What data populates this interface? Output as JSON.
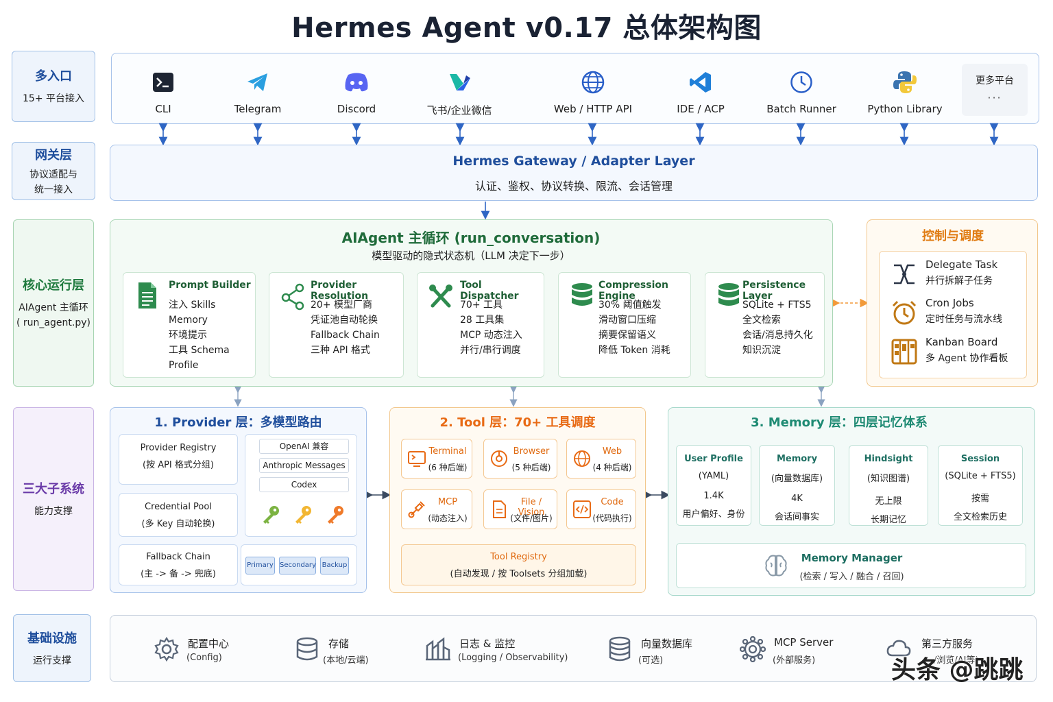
{
  "title": "Hermes Agent v0.17 总体架构图",
  "layers": {
    "entry": {
      "title": "多入口",
      "sub": "15+ 平台接入"
    },
    "gateway": {
      "title": "网关层",
      "sub": "协议适配与\n统一接入"
    },
    "core": {
      "title": "核心运行层",
      "sub": "AIAgent 主循环\n( run_agent.py)"
    },
    "subsystems": {
      "title": "三大子系统",
      "sub": "能力支撑"
    },
    "infra": {
      "title": "基础设施",
      "sub": "运行支撑"
    }
  },
  "entries": [
    {
      "label": "CLI",
      "icon": "terminal-icon"
    },
    {
      "label": "Telegram",
      "icon": "telegram-icon"
    },
    {
      "label": "Discord",
      "icon": "discord-icon"
    },
    {
      "label": "飞书/企业微信",
      "icon": "feishu-icon"
    },
    {
      "label": "Web / HTTP API",
      "icon": "globe-icon"
    },
    {
      "label": "IDE / ACP",
      "icon": "vscode-icon"
    },
    {
      "label": "Batch Runner",
      "icon": "clock-icon"
    },
    {
      "label": "Python Library",
      "icon": "python-icon"
    }
  ],
  "more_platforms": {
    "label": "更多平台",
    "dots": "···"
  },
  "gateway": {
    "title": "Hermes Gateway / Adapter Layer",
    "sub": "认证、鉴权、协议转换、限流、会话管理"
  },
  "core": {
    "title": "AIAgent 主循环 (run_conversation)",
    "sub": "模型驱动的隐式状态机（LLM 决定下一步）",
    "cards": [
      {
        "title": "Prompt Builder",
        "icon": "document-icon",
        "lines": [
          "注入 Skills",
          "Memory",
          "环境提示",
          "工具 Schema",
          "Profile"
        ]
      },
      {
        "title": "Provider Resolution",
        "icon": "share-icon",
        "lines": [
          "20+ 模型厂商",
          "凭证池自动轮换",
          "Fallback Chain",
          "三种 API 格式"
        ]
      },
      {
        "title": "Tool Dispatcher",
        "icon": "tools-icon",
        "lines": [
          "70+ 工具",
          "28 工具集",
          "MCP 动态注入",
          "并行/串行调度"
        ]
      },
      {
        "title": "Compression Engine",
        "icon": "database-icon",
        "lines": [
          "30% 阈值触发",
          "滑动窗口压缩",
          "摘要保留语义",
          "降低 Token 消耗"
        ]
      },
      {
        "title": "Persistence Layer",
        "icon": "database-icon",
        "lines": [
          "SQLite + FTS5",
          "全文检索",
          "会话/消息持久化",
          "知识沉淀"
        ]
      }
    ]
  },
  "control": {
    "title": "控制与调度",
    "items": [
      {
        "title": "Delegate Task",
        "sub": "并行拆解子任务",
        "icon": "branch-icon"
      },
      {
        "title": "Cron Jobs",
        "sub": "定时任务与流水线",
        "icon": "alarm-clock-icon"
      },
      {
        "title": "Kanban Board",
        "sub": "多 Agent 协作看板",
        "icon": "kanban-icon"
      }
    ]
  },
  "provider": {
    "title": "1. Provider 层：多模型路由",
    "registry": {
      "a": "Provider Registry",
      "b": "(按 API 格式分组)"
    },
    "pool": {
      "a": "Credential Pool",
      "b": "(多 Key 自动轮换)"
    },
    "fallback": {
      "a": "Fallback Chain",
      "b": "(主 -> 备 -> 兜底)"
    },
    "formats": [
      "OpenAI 兼容",
      "Anthropic Messages",
      "Codex"
    ],
    "chain": [
      "Primary",
      "Secondary",
      "Backup"
    ],
    "colors": {
      "key_green": "#7cb342",
      "key_yellow": "#f2b632",
      "key_orange": "#ef7a2a"
    }
  },
  "tool": {
    "title": "2. Tool 层：70+ 工具调度",
    "items": [
      {
        "title": "Terminal",
        "sub": "(6 种后端)",
        "icon": "monitor-icon"
      },
      {
        "title": "Browser",
        "sub": "(5 种后端)",
        "icon": "browser-icon"
      },
      {
        "title": "Web",
        "sub": "(4 种后端)",
        "icon": "globe-icon"
      },
      {
        "title": "MCP",
        "sub": "(动态注入)",
        "icon": "plug-icon"
      },
      {
        "title": "File / Vision",
        "sub": "(文件/图片)",
        "icon": "file-icon"
      },
      {
        "title": "Code",
        "sub": "(代码执行)",
        "icon": "code-icon"
      }
    ],
    "registry": {
      "a": "Tool Registry",
      "b": "(自动发现 / 按 Toolsets 分组加载)"
    }
  },
  "memory": {
    "title": "3. Memory 层：四层记忆体系",
    "items": [
      {
        "a": "User Profile",
        "b": "(YAML)",
        "c": "1.4K",
        "d": "用户偏好、身份"
      },
      {
        "a": "Memory",
        "b": "(向量数据库)",
        "c": "4K",
        "d": "会话间事实"
      },
      {
        "a": "Hindsight",
        "b": "(知识图谱)",
        "c": "无上限",
        "d": "长期记忆"
      },
      {
        "a": "Session",
        "b": "(SQLite + FTS5)",
        "c": "按需",
        "d": "全文检索历史"
      }
    ],
    "manager": {
      "a": "Memory Manager",
      "b": "(检索 / 写入 / 融合 / 召回)"
    }
  },
  "infra": [
    {
      "a": "配置中心",
      "b": "(Config)",
      "icon": "gear-icon"
    },
    {
      "a": "存储",
      "b": "(本地/云端)",
      "icon": "storage-icon"
    },
    {
      "a": "日志 & 监控",
      "b": "(Logging / Observability)",
      "icon": "monitor-chart-icon"
    },
    {
      "a": "向量数据库",
      "b": "(可选)",
      "icon": "database-icon"
    },
    {
      "a": "MCP Server",
      "b": "(外部服务)",
      "icon": "cog-cluster-icon"
    },
    {
      "a": "第三方服务",
      "b": "/浏览/AI等)",
      "icon": "cloud-icon"
    }
  ],
  "watermark": "头条 @跳跳",
  "colors": {
    "blue": "#1f4e9c",
    "green": "#1f7a3e",
    "orange": "#e07b12",
    "teal": "#1e8a73",
    "purple": "#6a3aa8"
  }
}
